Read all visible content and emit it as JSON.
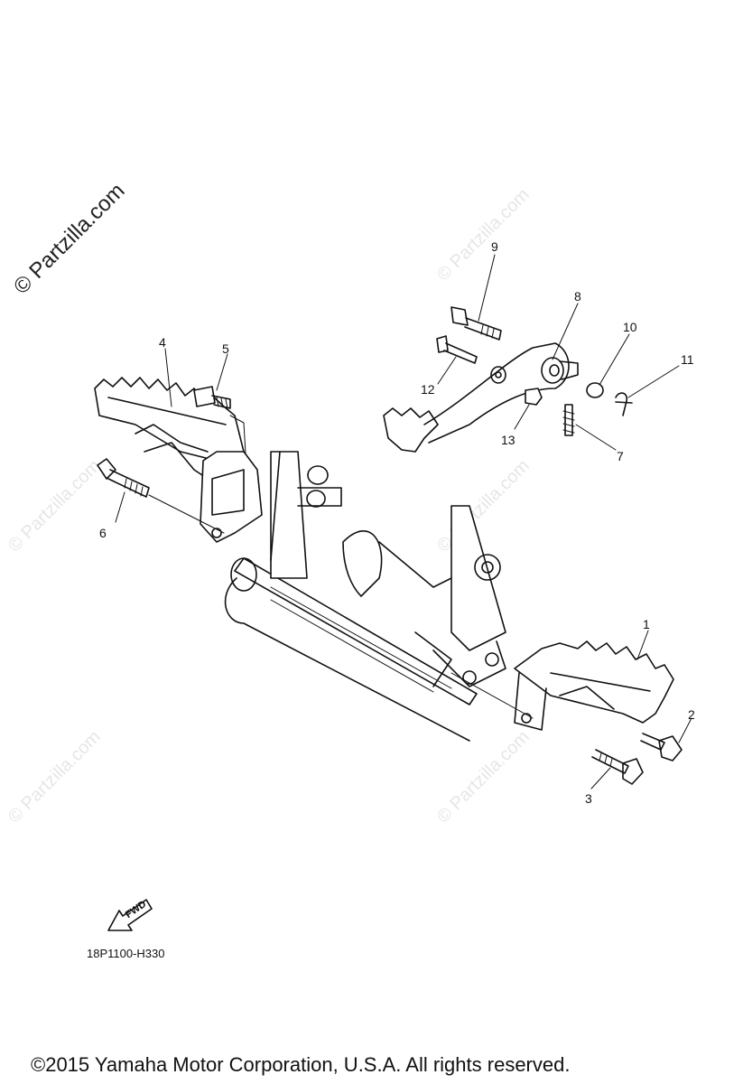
{
  "watermark": {
    "main": "© Partzilla.com",
    "faint": "© Partzilla.com"
  },
  "callouts": [
    "1",
    "2",
    "3",
    "4",
    "5",
    "6",
    "7",
    "8",
    "9",
    "10",
    "11",
    "12",
    "13"
  ],
  "fwd_label": "FWD",
  "diagram_code": "18P1100-H330",
  "copyright": "©2015  Yamaha Motor Corporation, U.S.A. All rights reserved."
}
